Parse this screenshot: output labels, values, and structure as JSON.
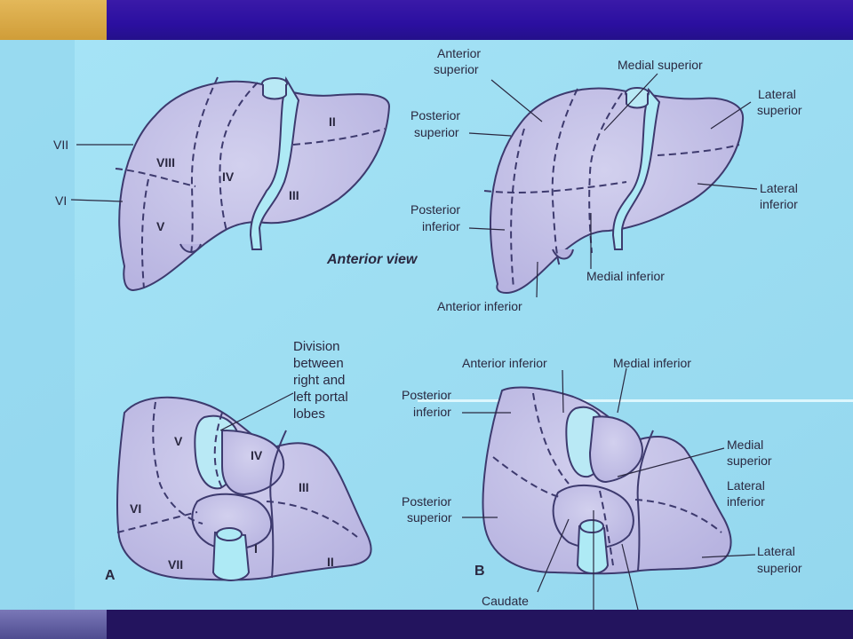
{
  "colors": {
    "paper": "#9fdff2",
    "liver_fill": "#c6c3e8",
    "liver_stroke": "#3d3a6e",
    "text": "#2a2840",
    "bar": "#2b0fa0",
    "accent": "#d9a94a"
  },
  "figure_a_top": {
    "segments": {
      "s2": "II",
      "s3": "III",
      "s4": "IV",
      "s5": "V",
      "s6": "VI",
      "s7": "VII",
      "s8": "VIII"
    },
    "view_label": "Anterior view"
  },
  "figure_b_top": {
    "anterior_superior": [
      "Anterior",
      "superior"
    ],
    "posterior_superior": [
      "Posterior",
      "superior"
    ],
    "posterior_inferior": [
      "Posterior",
      "inferior"
    ],
    "anterior_inferior": "Anterior inferior",
    "medial_superior": "Medial superior",
    "medial_inferior": "Medial inferior",
    "lateral_superior": [
      "Lateral",
      "superior"
    ],
    "lateral_inferior": [
      "Lateral",
      "inferior"
    ]
  },
  "figure_a_bottom": {
    "panel_letter": "A",
    "division_label": [
      "Division",
      "between",
      "right and",
      "left portal",
      "lobes"
    ],
    "segments": {
      "s1": "I",
      "s2": "II",
      "s3": "III",
      "s4": "IV",
      "s5": "V",
      "s6": "VI",
      "s7": "VII"
    }
  },
  "figure_b_bottom": {
    "panel_letter": "B",
    "anterior_inferior": "Anterior inferior",
    "medial_inferior": "Medial inferior",
    "posterior_inferior": [
      "Posterior",
      "inferior"
    ],
    "posterior_superior": [
      "Posterior",
      "superior"
    ],
    "medial_superior": [
      "Medial",
      "superior"
    ],
    "lateral_inferior": [
      "Lateral",
      "inferior"
    ],
    "lateral_superior": [
      "Lateral",
      "superior"
    ],
    "caudate": "Caudate"
  }
}
